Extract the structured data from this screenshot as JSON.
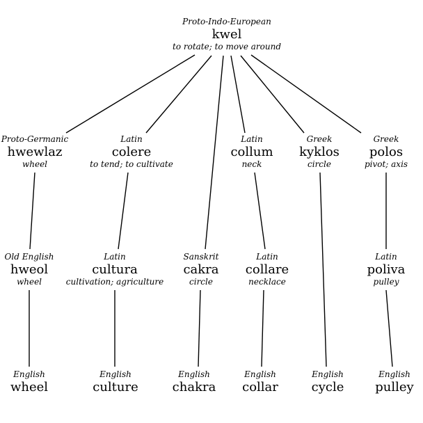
{
  "tree": {
    "root": {
      "lang": "Proto-Indo-European",
      "word": "kwel",
      "gloss": "to rotate; to move around"
    },
    "level2": [
      {
        "lang": "Proto-Germanic",
        "word": "hwewlaz",
        "gloss": "wheel"
      },
      {
        "lang": "Latin",
        "word": "colere",
        "gloss": "to tend; to cultivate"
      },
      {
        "lang": "Latin",
        "word": "collum",
        "gloss": "neck"
      },
      {
        "lang": "Greek",
        "word": "kyklos",
        "gloss": "circle"
      },
      {
        "lang": "Greek",
        "word": "polos",
        "gloss": "pivot; axis"
      }
    ],
    "level3": [
      {
        "lang": "Old English",
        "word": "hweol",
        "gloss": "wheel"
      },
      {
        "lang": "Latin",
        "word": "cultura",
        "gloss": "cultivation; agriculture"
      },
      {
        "lang": "Sanskrit",
        "word": "cakra",
        "gloss": "circle"
      },
      {
        "lang": "Latin",
        "word": "collare",
        "gloss": "necklace"
      },
      {
        "lang": "Latin",
        "word": "poliva",
        "gloss": "pulley"
      }
    ],
    "level4": [
      {
        "lang": "English",
        "word": "wheel"
      },
      {
        "lang": "English",
        "word": "culture"
      },
      {
        "lang": "English",
        "word": "chakra"
      },
      {
        "lang": "English",
        "word": "collar"
      },
      {
        "lang": "English",
        "word": "cycle"
      },
      {
        "lang": "English",
        "word": "pulley"
      }
    ]
  }
}
